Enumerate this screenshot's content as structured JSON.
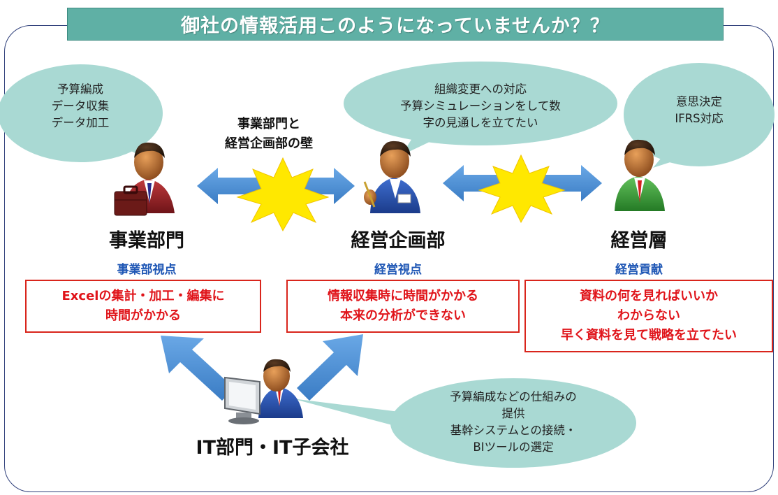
{
  "title": "御社の情報活用このようになっていませんか？？",
  "wall_label": [
    "事業部門と",
    "経営企画部の壁"
  ],
  "bubbles": {
    "business": [
      "予算編成",
      "データ収集",
      "データ加工"
    ],
    "planning": [
      "組織変更への対応",
      "予算シミュレーションをして数",
      "字の見通しを立てたい"
    ],
    "executive": [
      "意思決定",
      "IFRS対応"
    ],
    "it": [
      "予算編成などの仕組みの",
      "提供",
      "基幹システムとの接続・",
      "BIツールの選定"
    ]
  },
  "roles": {
    "business": {
      "name": "事業部門",
      "viewpoint": "事業部視点",
      "issues": [
        "Excelの集計・加工・編集に",
        "時間がかかる"
      ]
    },
    "planning": {
      "name": "経営企画部",
      "viewpoint": "経営視点",
      "issues": [
        "情報収集時に時間がかかる",
        "本来の分析ができない"
      ]
    },
    "executive": {
      "name": "経営層",
      "viewpoint": "経営貢献",
      "issues": [
        "資料の何を見ればいいか",
        "わからない",
        "早く資料を見て戦略を立てたい"
      ]
    },
    "it": {
      "name": "IT部門・IT子会社"
    }
  },
  "colors": {
    "title_bg": "#5fb0a5",
    "bubble": "#a9d9d3",
    "arrow": "#4a8fd4",
    "burst": "#ffe800",
    "issue_text": "#e0141a",
    "viewpoint_text": "#1f57b5",
    "frame": "#2f3f7a"
  },
  "icons": [
    "businessman-briefcase-icon",
    "planner-with-pen-icon",
    "executive-icon",
    "it-worker-computer-icon",
    "collision-burst-icon",
    "double-arrow-icon"
  ]
}
